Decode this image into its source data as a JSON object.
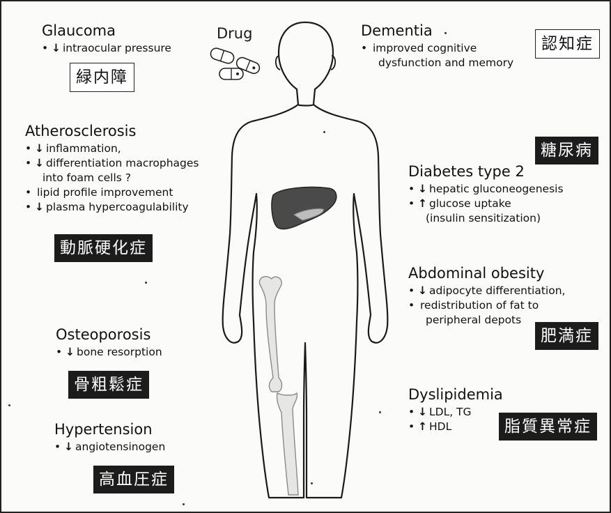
{
  "drug_label": "Drug",
  "conditions": {
    "glaucoma": {
      "title": "Glaucoma",
      "kanji": "緑内障",
      "items": [
        {
          "arrow": "↓",
          "text": "intraocular pressure"
        }
      ]
    },
    "dementia": {
      "title": "Dementia",
      "kanji": "認知症",
      "items": [
        {
          "arrow": "",
          "text": "improved cognitive"
        },
        {
          "arrow": "",
          "text": "dysfunction and memory"
        }
      ]
    },
    "atherosclerosis": {
      "title": "Atherosclerosis",
      "kanji": "動脈硬化症",
      "items": [
        {
          "arrow": "↓",
          "text": "inflammation,"
        },
        {
          "arrow": "↓",
          "text": "differentiation macrophages"
        },
        {
          "arrow": "",
          "text": "into foam cells ?"
        },
        {
          "arrow": "",
          "text": "lipid profile improvement"
        },
        {
          "arrow": "↓",
          "text": "plasma hypercoagulability"
        }
      ]
    },
    "diabetes": {
      "title": "Diabetes type 2",
      "kanji": "糖尿病",
      "items": [
        {
          "arrow": "↓",
          "text": "hepatic gluconeogenesis"
        },
        {
          "arrow": "↑",
          "text": "glucose uptake"
        },
        {
          "arrow": "",
          "text": "(insulin sensitization)"
        }
      ]
    },
    "obesity": {
      "title": "Abdominal obesity",
      "kanji": "肥満症",
      "items": [
        {
          "arrow": "↓",
          "text": "adipocyte differentiation,"
        },
        {
          "arrow": "",
          "text": "redistribution of fat to"
        },
        {
          "arrow": "",
          "text": "peripheral depots"
        }
      ]
    },
    "osteoporosis": {
      "title": "Osteoporosis",
      "kanji": "骨粗鬆症",
      "items": [
        {
          "arrow": "↓",
          "text": "bone resorption"
        }
      ]
    },
    "dyslipidemia": {
      "title": "Dyslipidemia",
      "kanji": "脂質異常症",
      "items": [
        {
          "arrow": "↓",
          "text": "LDL, TG"
        },
        {
          "arrow": "↑",
          "text": "HDL"
        }
      ]
    },
    "hypertension": {
      "title": "Hypertension",
      "kanji": "高血圧症",
      "items": [
        {
          "arrow": "↓",
          "text": "angiotensinogen"
        }
      ]
    }
  }
}
